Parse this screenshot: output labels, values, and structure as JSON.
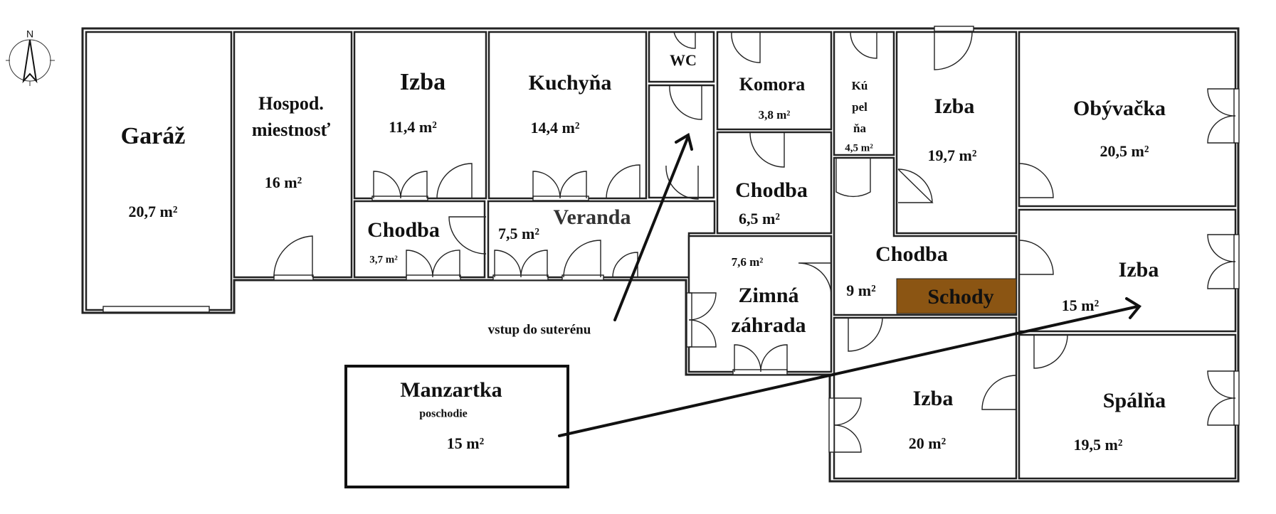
{
  "compass": {
    "label": "N"
  },
  "rooms": {
    "garaz": {
      "name": "Garáž",
      "area": "20,7 m²"
    },
    "hospod": {
      "name1": "Hospod.",
      "name2": "miestnosť",
      "area": "16 m²"
    },
    "izba1": {
      "name": "Izba",
      "area": "11,4 m²"
    },
    "kuchyna": {
      "name": "Kuchyňa",
      "area": "14,4 m²"
    },
    "wc": {
      "name": "WC"
    },
    "komora": {
      "name": "Komora",
      "area": "3,8 m²"
    },
    "kupelna": {
      "name1": "Kú",
      "name2": "pel",
      "name3": "ňa",
      "area": "4,5 m²"
    },
    "izba2": {
      "name": "Izba",
      "area": "19,7 m²"
    },
    "obyvacka": {
      "name": "Obývačka",
      "area": "20,5 m²"
    },
    "chodba1": {
      "name": "Chodba",
      "area": "3,7 m²"
    },
    "veranda": {
      "name": "Veranda",
      "area": "7,5 m²"
    },
    "chodba2": {
      "name": "Chodba",
      "area": "6,5 m²"
    },
    "zimna": {
      "name1": "Zimná",
      "name2": "záhrada",
      "area": "7,6 m²"
    },
    "chodba3": {
      "name": "Chodba",
      "area": "9 m²"
    },
    "schody": {
      "name": "Schody",
      "color": "#8B5513"
    },
    "izba3": {
      "name": "Izba",
      "area": "15 m²"
    },
    "izba4": {
      "name": "Izba",
      "area": "20 m²"
    },
    "spalna": {
      "name": "Spálňa",
      "area": "19,5 m²"
    },
    "manzartka": {
      "name": "Manzartka",
      "sub": "poschodie",
      "area": "15 m²"
    }
  },
  "annotations": {
    "basement": "vstup do suterénu"
  }
}
